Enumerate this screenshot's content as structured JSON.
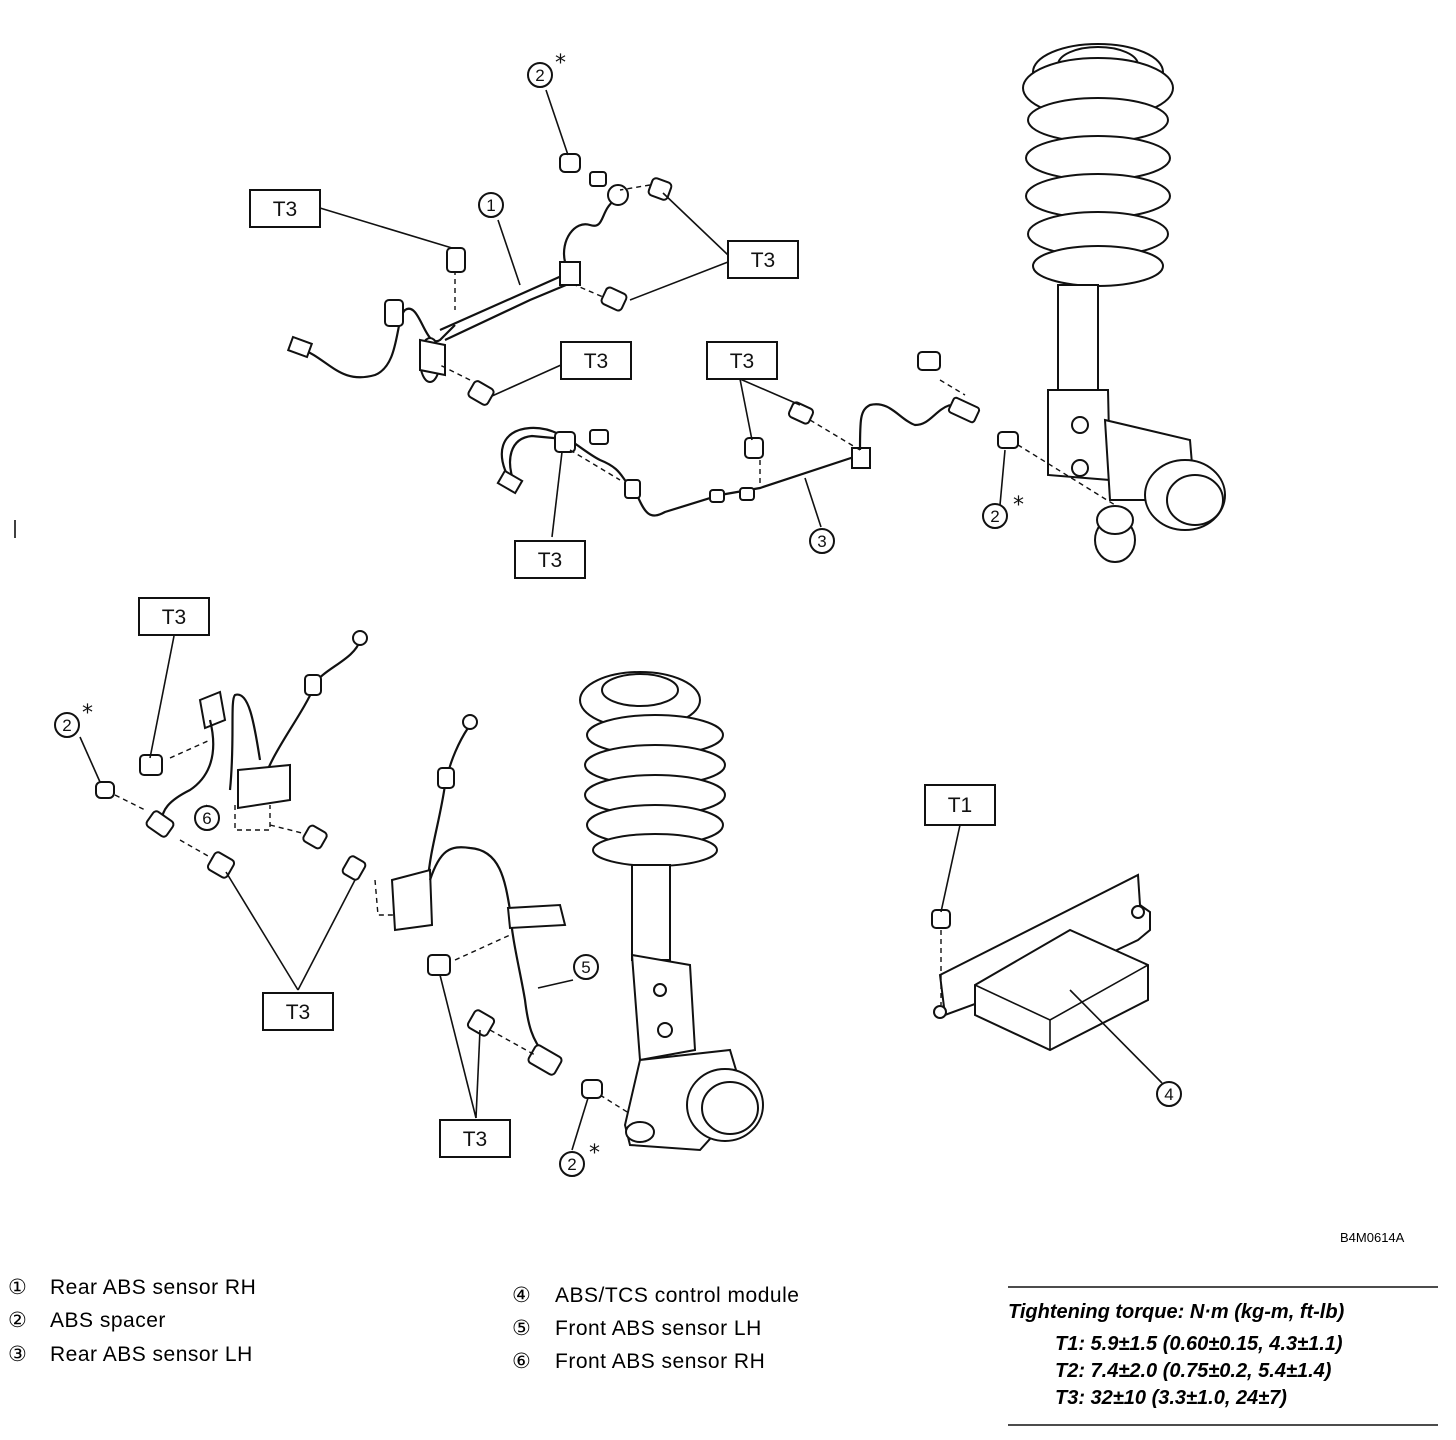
{
  "diagram_code": "B4M0614A",
  "callouts": {
    "t1": "T1",
    "t3": "T3",
    "n1": "1",
    "n2": "2",
    "n3": "3",
    "n4": "4",
    "n5": "5",
    "n6": "6",
    "asterisk": "*"
  },
  "legend": [
    {
      "num": "①",
      "text": "Rear ABS sensor RH"
    },
    {
      "num": "②",
      "text": "ABS spacer"
    },
    {
      "num": "③",
      "text": "Rear ABS sensor LH"
    },
    {
      "num": "④",
      "text": "ABS/TCS control module"
    },
    {
      "num": "⑤",
      "text": "Front ABS sensor LH"
    },
    {
      "num": "⑥",
      "text": "Front ABS sensor RH"
    }
  ],
  "torque": {
    "title": "Tightening torque: N·m (kg-m, ft-lb)",
    "rows": [
      "T1: 5.9±1.5 (0.60±0.15, 4.3±1.1)",
      "T2: 7.4±2.0 (0.75±0.2, 5.4±1.4)",
      "T3: 32±10 (3.3±1.0, 24±7)"
    ]
  }
}
